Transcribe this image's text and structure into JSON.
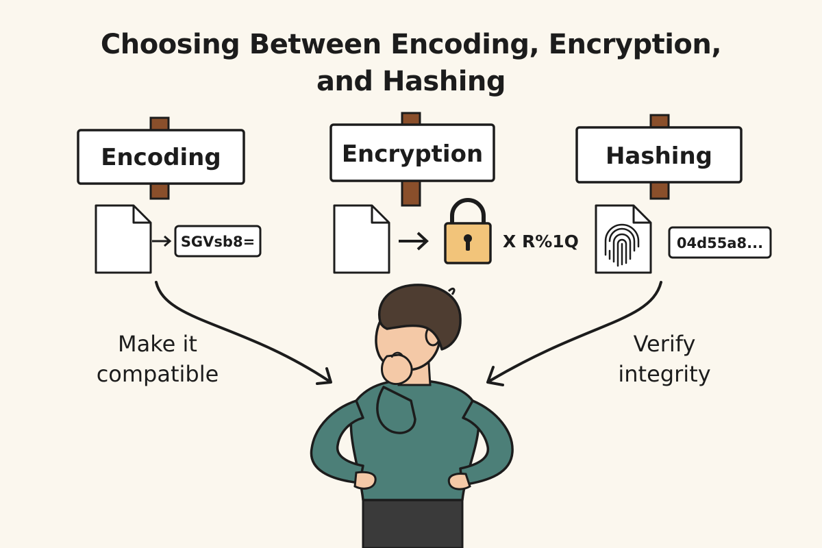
{
  "title": {
    "line1": "Choosing Between Encoding, Encryption,",
    "line2": "and Hashing"
  },
  "signs": {
    "encoding": {
      "label": "Encoding",
      "output": "SGVsb8="
    },
    "encryption": {
      "label": "Encryption",
      "output": "X R%1Q"
    },
    "hashing": {
      "label": "Hashing",
      "output": "04d55a8..."
    }
  },
  "captions": {
    "left": {
      "line1": "Make it",
      "line2": "compatible"
    },
    "right": {
      "line1": "Verify",
      "line2": "integrity"
    }
  },
  "icons": {
    "encoding": [
      "document-icon",
      "arrow-right-icon"
    ],
    "encryption": [
      "document-icon",
      "arrow-right-icon",
      "padlock-icon"
    ],
    "hashing": [
      "fingerprint-document-icon"
    ],
    "figure": "thinking-person"
  },
  "colors": {
    "background": "#fbf7ee",
    "post": "#8a4f2b",
    "lock": "#f2c47a",
    "shirt": "#4c7f78",
    "hair": "#4e3d31",
    "skin": "#f4c9a7"
  }
}
